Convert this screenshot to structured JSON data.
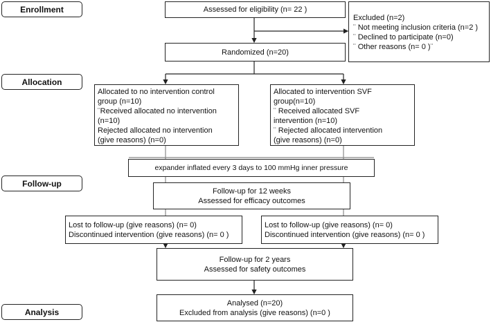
{
  "stages": {
    "enrollment": "Enrollment",
    "allocation": "Allocation",
    "followup": "Follow-up",
    "analysis": "Analysis"
  },
  "assessed": "Assessed for eligibility (n= 22 )",
  "excluded": {
    "title": "Excluded  (n=2)",
    "items": [
      "¨   Not meeting inclusion criteria (n=2 )",
      "¨   Declined to participate (n=0)",
      "¨   Other reasons (n= 0 )¨"
    ]
  },
  "randomized": "Randomized (n=20)",
  "control": {
    "lines": [
      " Allocated to no intervention control",
      "group (n=10)",
      "¨Received allocated no intervention",
      "(n=10)",
      "Rejected allocated no intervention",
      "(give reasons) (n=0)"
    ]
  },
  "svf": {
    "lines": [
      " Allocated to intervention SVF",
      "group(n=10)",
      "¨ Received allocated SVF",
      "intervention (n=10)",
      "¨ Rejected allocated intervention",
      "(give reasons) (n=0)"
    ]
  },
  "expander": "expander inflated every 3 days to 100 mmHg inner pressure",
  "followup12": {
    "l1": "Follow-up for 12 weeks",
    "l2": "Assessed for efficacy outcomes"
  },
  "lost_left": {
    "l1": "Lost to follow-up (give reasons) (n= 0)",
    "l2": "Discontinued intervention (give reasons) (n= 0 )"
  },
  "lost_right": {
    "l1": "Lost to follow-up (give reasons) (n= 0)",
    "l2": "Discontinued intervention (give reasons) (n= 0 )"
  },
  "followup2y": {
    "l1": "Follow-up for 2 years",
    "l2": "Assessed for safety outcomes"
  },
  "analysed": {
    "l1": "Analysed  (n=20)",
    "l2": "Excluded from analysis (give reasons) (n=0 )"
  }
}
